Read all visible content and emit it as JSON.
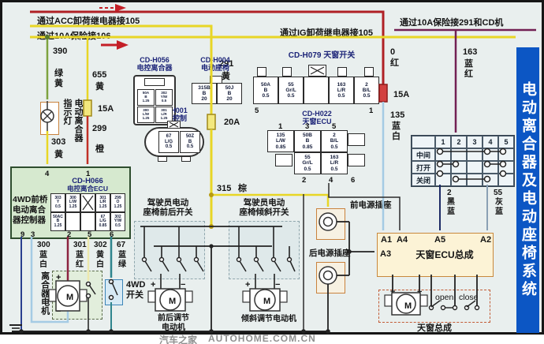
{
  "watermark": {
    "cn": "汽车之家",
    "en": "AUTOHOME.COM.CN"
  },
  "side_title": "电动离合器及电动座椅系统",
  "bus": {
    "acc": "通过ACC卸荷继电器接105",
    "f106": "通过10A保险接106",
    "ig": "通过IG卸荷继电器接105",
    "f291": "通过10A保险接291和CD机"
  },
  "fuse": {
    "left": "15A",
    "mid": "20A",
    "right": "15A"
  },
  "wire": {
    "w390": {
      "n": "390",
      "c": "绿\n黄"
    },
    "w655": {
      "n": "655",
      "c": "黄"
    },
    "w299": {
      "n": "299",
      "c": "橙"
    },
    "w303": {
      "n": "303",
      "c": "黄"
    },
    "w291": {
      "n": "291",
      "c": "黄"
    },
    "w315": {
      "n": "315",
      "c": "棕"
    },
    "w0": {
      "n": "0",
      "c": "红"
    },
    "w135": {
      "n": "135",
      "c": "蓝\n白"
    },
    "w163": {
      "n": "163",
      "c": "蓝\n红"
    },
    "w2": {
      "n": "2",
      "c": "黑\n蓝"
    },
    "w55": {
      "n": "55",
      "c": "灰\n蓝"
    },
    "w300": {
      "n": "300",
      "c": "蓝\n白"
    },
    "w301": {
      "n": "301",
      "c": "蓝\n红"
    },
    "w302": {
      "n": "302",
      "c": "黄\n白"
    },
    "w67": {
      "n": "67",
      "c": "蓝\n绿"
    }
  },
  "conn": {
    "h056": {
      "t": "CD-H056",
      "s": "电控离合器",
      "cells": [
        "50A\nB\n1.25",
        "302\nY/W\n0.5",
        "300\nL/W\n1.25",
        "301\nL/R\n1.25"
      ]
    },
    "h004": {
      "t": "CD-H004",
      "s": "电动座椅",
      "cells": [
        "315B\nB\n20",
        "50J\nB\n20"
      ]
    },
    "h001": {
      "t": "CD-H001",
      "s": "四驱控制",
      "cells": [
        "67\nL/G\n0.5",
        "50Z\nB\n0.5"
      ]
    },
    "h079": {
      "t": "CD-H079 天窗开关",
      "cells": [
        "50A\nB\n0.5",
        "55\nGr/L\n0.5",
        "163\nL/R\n0.5",
        "2\nB/L\n0.5"
      ],
      "pinL": "5",
      "pinR": "1"
    },
    "h022": {
      "t": "CD-H022",
      "s": "天窗ECU",
      "pt": [
        "1",
        "3",
        "5"
      ],
      "ct": [
        "135\nL/W\n0.85",
        "50B\nB\n0.85",
        "2\nB/L\n0.5"
      ],
      "cb": [
        "55\nGr/L\n0.5",
        "163\nL/R\n0.5"
      ],
      "pb": [
        "2",
        "4",
        "6"
      ]
    },
    "h066": {
      "t": "CD-H066",
      "s": "电控离合ECU",
      "side": "4WD前桥\n电动离合\n器控制器",
      "pt": [
        "4",
        "1"
      ],
      "r1": [
        "303\nY\n0.5",
        "300\nL/W\n1.25",
        "301\nL/R\n1.25",
        "299\nO\n1.25"
      ],
      "r2": [
        "50AC\nB\n1.25",
        "67\nL/G\n0.85",
        "302\nY/W\n0.5"
      ],
      "pb": [
        "9",
        "3",
        "2",
        "5",
        "6"
      ]
    }
  },
  "grid": {
    "cols": [
      "1",
      "2",
      "3",
      "4",
      "5"
    ],
    "rows": [
      "中间",
      "打开",
      "关闭"
    ]
  },
  "comp": {
    "lamp": "电动离合器指示灯",
    "clutch_motor": "离合器电机",
    "fwd": "4WD\n开关",
    "seat_fr": "驾驶员电动\n座椅前后开关",
    "seat_tilt": "驾驶员电动\n座椅倾斜开关",
    "motor_fr": "前后调节\n电动机",
    "motor_tilt": "倾斜调节电动机",
    "front_socket": "前电源插座",
    "rear_socket": "后电源插座",
    "ecu": "天窗ECU总成",
    "asm": "天窗总成",
    "open": "open",
    "close": "close",
    "m": "M",
    "plus": "+",
    "minus": "−",
    "a1": "A1",
    "a4": "A4",
    "a5": "A5",
    "a2": "A2",
    "a3": "A3"
  }
}
